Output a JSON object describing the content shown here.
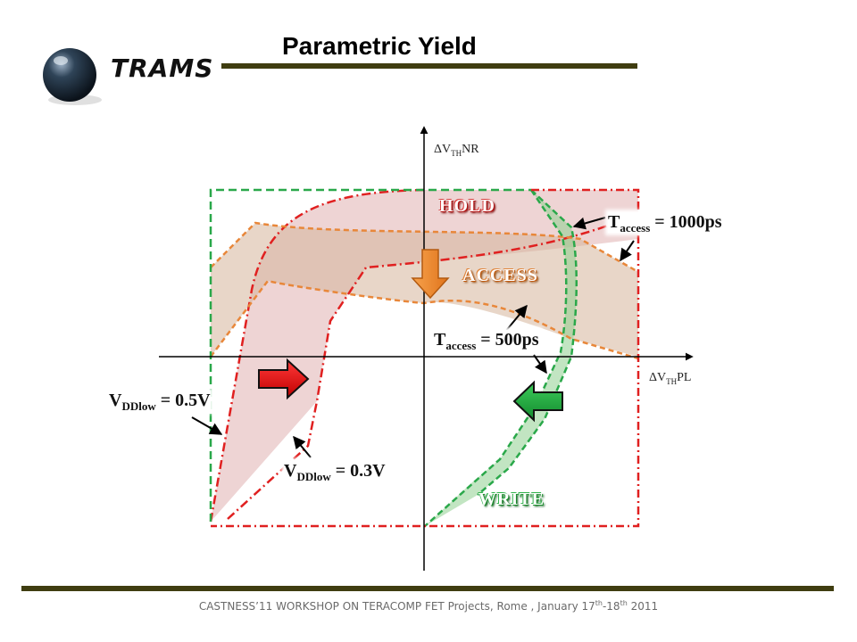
{
  "header": {
    "logo_text": "TRAMS",
    "title": "Parametric Yield"
  },
  "axes": {
    "y_label": {
      "delta": "ΔV",
      "sub": "TH",
      "rest": "NR"
    },
    "x_label": {
      "delta": "ΔV",
      "sub": "TH",
      "rest": "PL"
    }
  },
  "regions": {
    "hold": "HOLD",
    "access": "ACCESS",
    "write": "WRITE"
  },
  "annotations": {
    "t1000": {
      "main": "T",
      "sub": "access",
      "rest": " = 1000ps"
    },
    "t500": {
      "main": "T",
      "sub": "access",
      "rest": " = 500ps"
    },
    "vdd05": {
      "main": "V",
      "sub": "DDlow",
      "rest": " = 0.5V"
    },
    "vdd03": {
      "main": "V",
      "sub": "DDlow",
      "rest": " = 0.3V"
    }
  },
  "colors": {
    "red_region": "#d92b2b",
    "orange_region": "#e8873a",
    "green_region": "#2aa84a",
    "rule": "#3f3d10"
  },
  "footer": {
    "text_main": "CASTNESS’11 WORKSHOP ON TERACOMP  FET Projects, Rome , January 17",
    "sup1": "th",
    "mid": "-18",
    "sup2": "th",
    "end": " 2011"
  }
}
